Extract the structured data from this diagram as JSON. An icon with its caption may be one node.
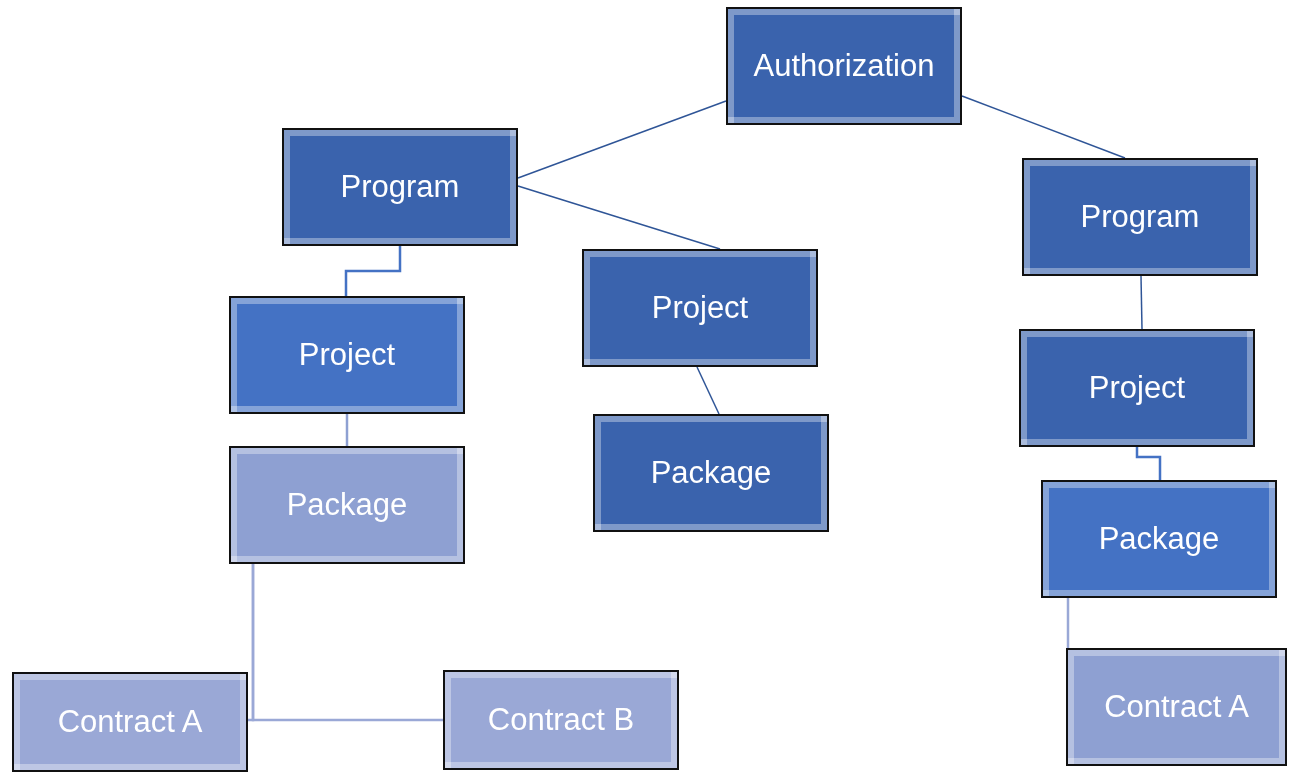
{
  "diagram": {
    "nodes": [
      {
        "text": [
          "Authorization"
        ]
      },
      {
        "text": [
          "Program"
        ]
      },
      {
        "text": [
          "Program"
        ]
      },
      {
        "text": [
          "Project"
        ]
      },
      {
        "text": [
          "Project"
        ]
      },
      {
        "text": [
          "Project"
        ]
      },
      {
        "text": [
          "Package"
        ]
      },
      {
        "text": [
          "Package"
        ]
      },
      {
        "text": [
          "Package"
        ]
      },
      {
        "text": [
          "Contract A"
        ]
      },
      {
        "text": [
          "Contract B"
        ]
      },
      {
        "text": [
          "Contract A"
        ]
      }
    ],
    "edges": [
      {
        "from": 0,
        "to": 1,
        "arrow": "none"
      },
      {
        "from": 0,
        "to": 2,
        "arrow": "none"
      },
      {
        "from": 1,
        "to": 3,
        "arrow": "none",
        "color": "#4472c4"
      },
      {
        "from": 1,
        "to": 4,
        "arrow": "none"
      },
      {
        "from": 2,
        "to": 5,
        "arrow": "none"
      },
      {
        "from": 3,
        "to": 6,
        "arrow": "none",
        "color": "#8ea0d2"
      },
      {
        "from": 4,
        "to": 7,
        "arrow": "none"
      },
      {
        "from": 5,
        "to": 8,
        "arrow": "none",
        "color": "#4472c4"
      },
      {
        "from": 6,
        "to": 9,
        "arrow": "none",
        "color": "#9aa8d6"
      },
      {
        "from": 6,
        "to": 10,
        "arrow": "none",
        "color": "#9aa8d6"
      },
      {
        "from": 8,
        "to": 11,
        "arrow": "none",
        "color": "#9aa8d6"
      }
    ]
  }
}
